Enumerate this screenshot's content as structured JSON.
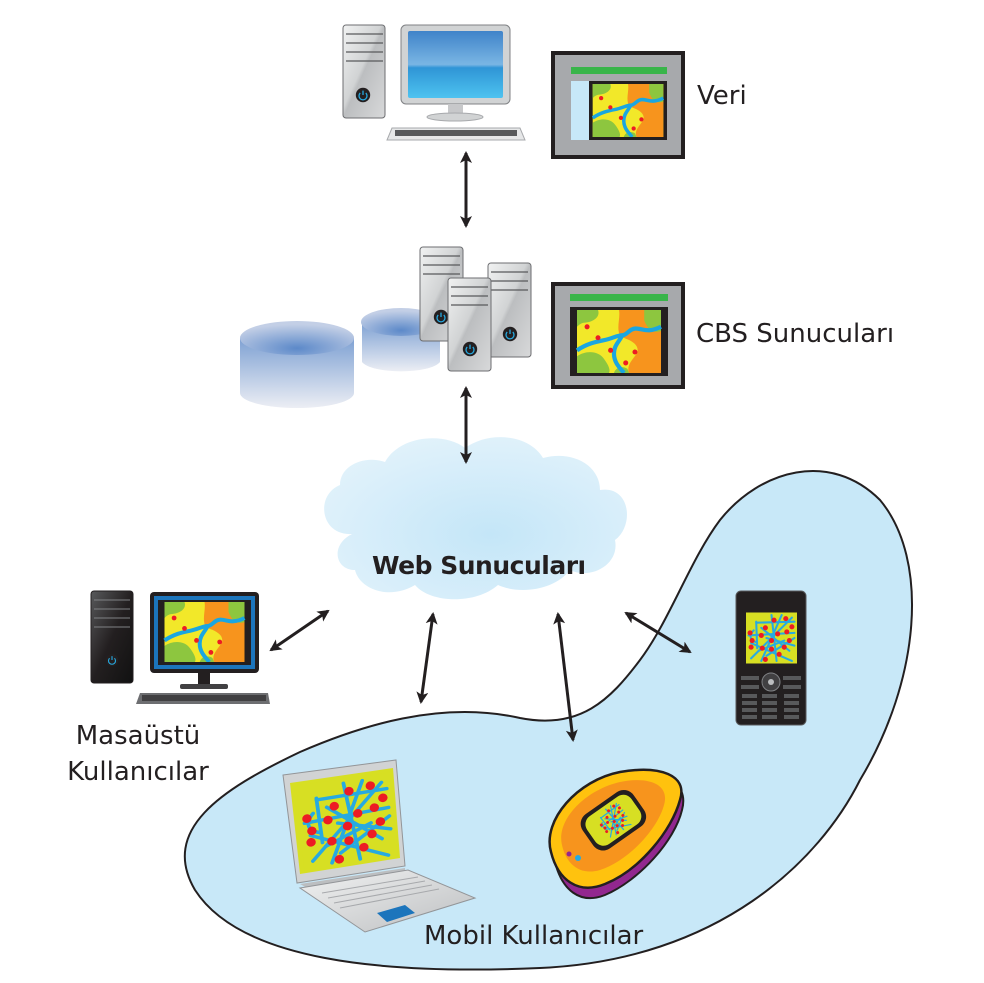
{
  "diagram": {
    "title": "Web CBS mimarisi",
    "nodes": {
      "data": {
        "label": "Veri",
        "icon": "desktop-computer-icon"
      },
      "gis_servers": {
        "label": "CBS Sunucuları",
        "icon": "server-rack-icon"
      },
      "web_servers": {
        "label": "Web Sunucuları",
        "icon": "cloud-icon"
      },
      "desktop_users": {
        "label_line1": "Masaüstü",
        "label_line2": "Kullanıcılar",
        "icon": "desktop-computer-icon"
      },
      "mobile_users": {
        "label": "Mobil Kullanıcılar",
        "icon": "laptop-icon"
      }
    },
    "edges": [
      {
        "from": "data",
        "to": "gis_servers",
        "style": "bidirectional"
      },
      {
        "from": "gis_servers",
        "to": "web_servers",
        "style": "bidirectional"
      },
      {
        "from": "web_servers",
        "to": "desktop_users",
        "style": "bidirectional"
      },
      {
        "from": "web_servers",
        "to": "mobile_users",
        "style": "bidirectional",
        "target_device": "laptop"
      },
      {
        "from": "web_servers",
        "to": "mobile_users",
        "style": "bidirectional",
        "target_device": "gps"
      },
      {
        "from": "web_servers",
        "to": "mobile_users",
        "style": "bidirectional",
        "target_device": "phone"
      }
    ],
    "colors": {
      "cloud": "#cfe9f8",
      "mobile_region": "#c8e8f8",
      "map_green": "#8dc63f",
      "map_yellow": "#f2e829",
      "map_orange": "#f7941d",
      "river": "#1ba6e0",
      "point": "#ed1c24",
      "ui_bar": "#39b54a",
      "window_gray": "#a7a9ac",
      "arrow": "#231f20"
    }
  }
}
